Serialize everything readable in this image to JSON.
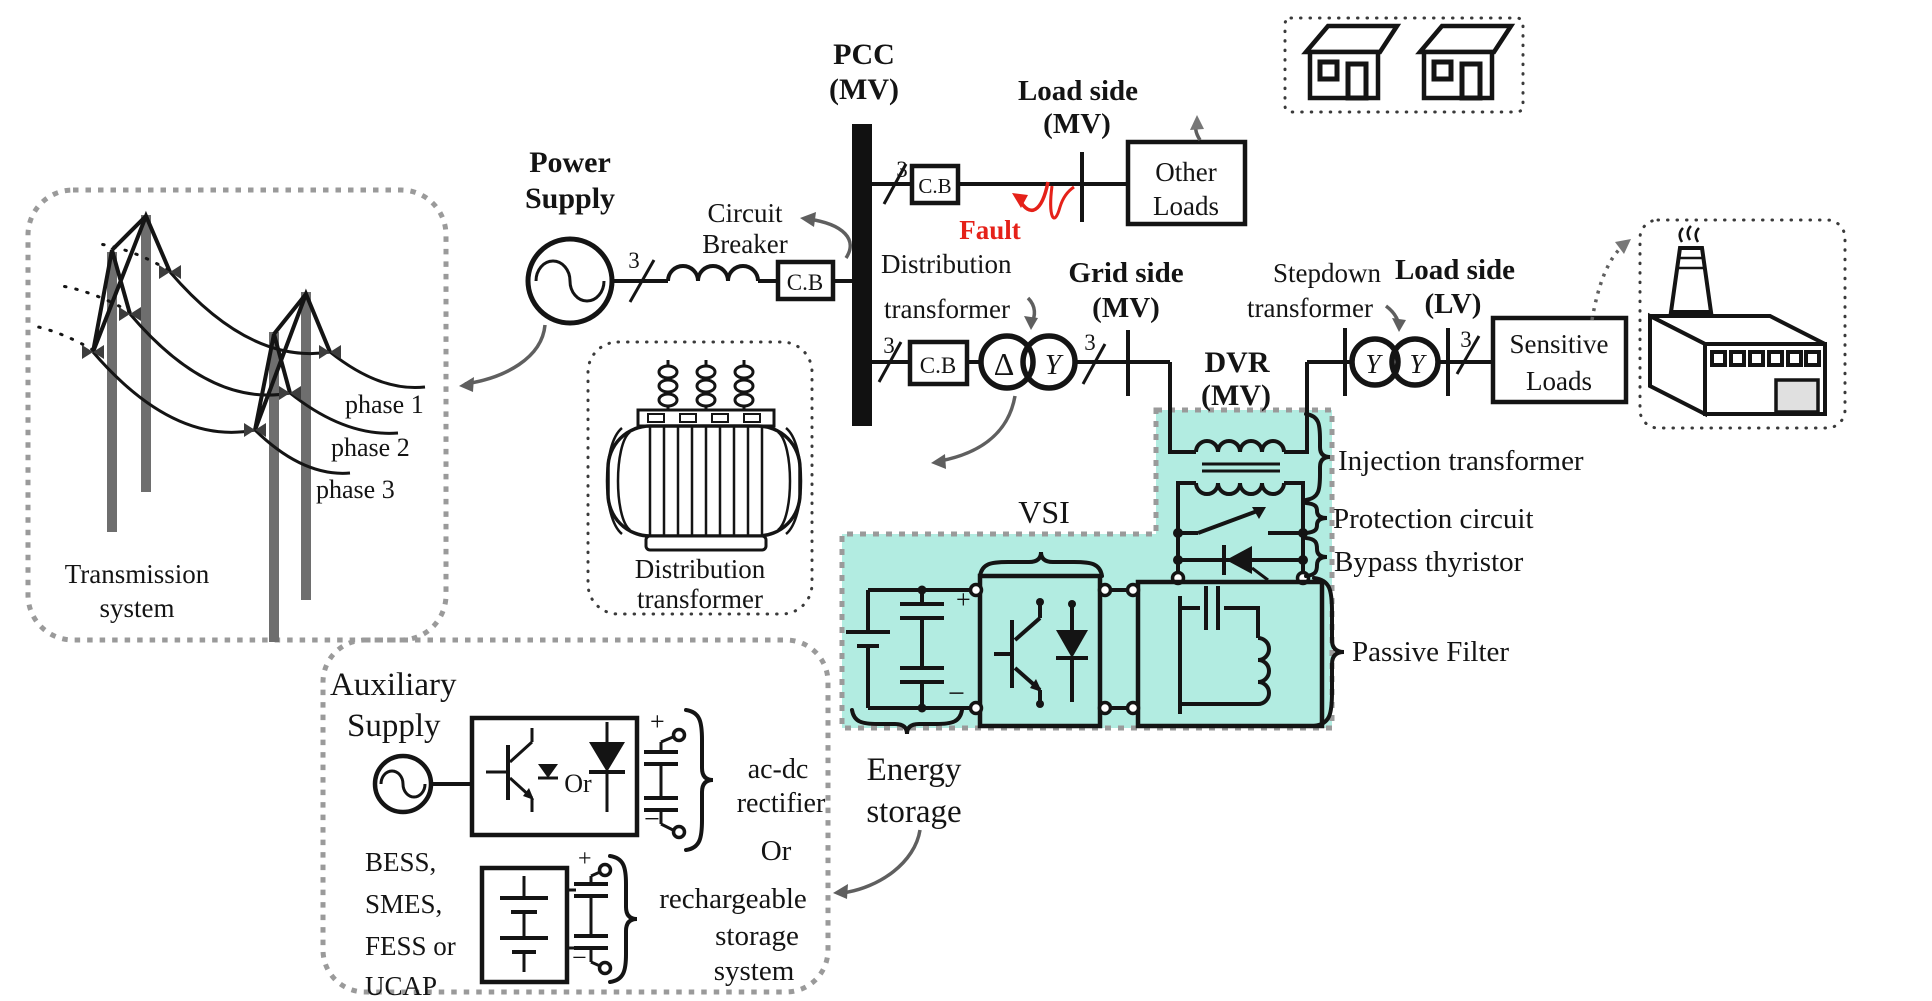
{
  "colors": {
    "teal": "#b2ece1",
    "red": "#e52119",
    "arrow_gray": "#5f5f5f",
    "dot_gray": "#9a9a9a",
    "ink": "#141414",
    "pole_gray": "#6e6e6e",
    "door_gray": "#e0e0e0"
  },
  "transmission": {
    "title1": "Transmission",
    "title2": "system",
    "phase1": "phase 1",
    "phase2": "phase 2",
    "phase3": "phase 3"
  },
  "source": {
    "label1": "Power",
    "label2": "Supply"
  },
  "breaker": {
    "label1": "Circuit",
    "label2": "Breaker",
    "cb": "C.B"
  },
  "pcc": {
    "label1": "PCC",
    "label2": "(MV)"
  },
  "marks": {
    "three": "3",
    "plus": "+",
    "minus": "−"
  },
  "top_branch": {
    "load_side1": "Load side",
    "load_side2": "(MV)",
    "fault": "Fault",
    "other1": "Other",
    "other2": "Loads"
  },
  "dist_tx": {
    "label1": "Distribution",
    "label2": "transformer",
    "delta": "Δ",
    "wye": "Y"
  },
  "dist_pic": {
    "label1": "Distribution",
    "label2": "transformer"
  },
  "grid_side": {
    "label1": "Grid side",
    "label2": "(MV)"
  },
  "dvr": {
    "label1": "DVR",
    "label2": "(MV)",
    "vsi": "VSI",
    "injection": "Injection transformer",
    "protection": "Protection circuit",
    "bypass": "Bypass thyristor",
    "filter": "Passive Filter",
    "energy1": "Energy",
    "energy2": "storage"
  },
  "stepdown": {
    "label1": "Stepdown",
    "label2": "transformer",
    "wye": "Y"
  },
  "load_lv": {
    "label1": "Load side",
    "label2": "(LV)"
  },
  "sensitive": {
    "label1": "Sensitive",
    "label2": "Loads"
  },
  "aux": {
    "label1": "Auxiliary",
    "label2": "Supply",
    "or_box": "Or",
    "acdc1": "ac-dc",
    "acdc2": "rectifier",
    "or2": "Or",
    "types1": "BESS,",
    "types2": "SMES,",
    "types3": "FESS or",
    "types4": "UCAP",
    "rech1": "rechargeable",
    "rech2": "storage",
    "rech3": "system"
  }
}
